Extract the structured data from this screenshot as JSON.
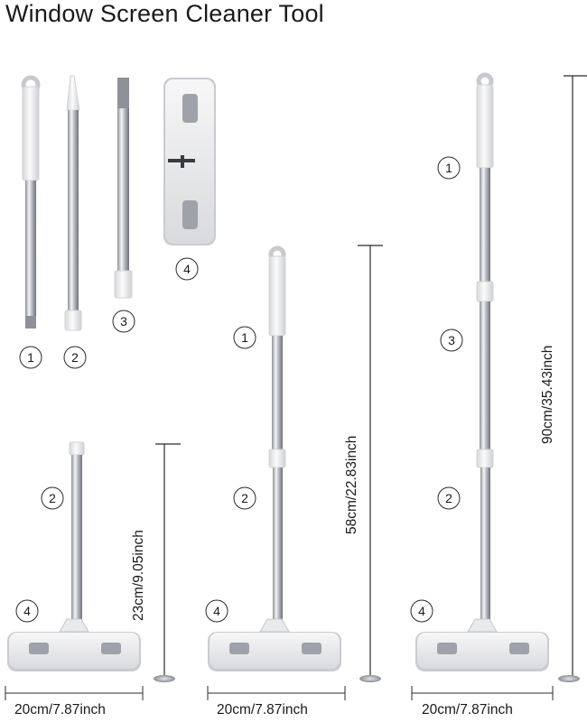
{
  "title": "Window Screen Cleaner Tool",
  "parts": {
    "labels": [
      "1",
      "2",
      "3",
      "4"
    ]
  },
  "assemblies": [
    {
      "height_label": "23cm/9.05inch",
      "width_label": "20cm/7.87inch",
      "part_labels": [
        "2",
        "4"
      ]
    },
    {
      "height_label": "58cm/22.83inch",
      "width_label": "20cm/7.87inch",
      "part_labels": [
        "1",
        "2",
        "4"
      ]
    },
    {
      "height_label": "90cm/35.43inch",
      "width_label": "20cm/7.87inch",
      "part_labels": [
        "1",
        "3",
        "2",
        "4"
      ]
    }
  ],
  "colors": {
    "pole_steel": "#b9bcc2",
    "pole_highlight": "#f4f5f7",
    "cap_white": "#f2f2f2",
    "pad_grey": "#e3e4e7",
    "line": "#2b2b2b"
  }
}
